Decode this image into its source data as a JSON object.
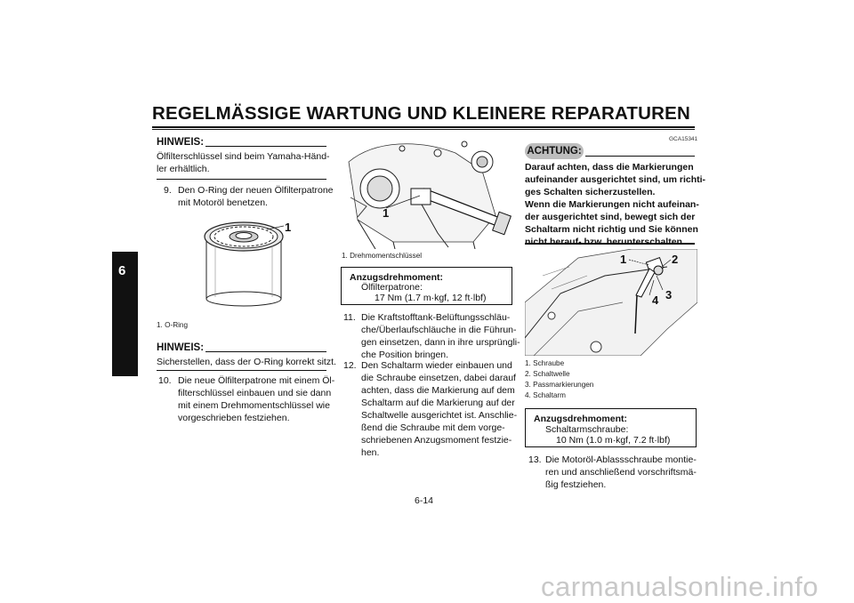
{
  "header": {
    "title": "REGELMÄSSIGE WARTUNG UND KLEINERE REPARATUREN"
  },
  "chapter_tab": "6",
  "page_number": "6-14",
  "col1": {
    "note1_label": "HINWEIS:",
    "note1_lines": [
      "Ölfilterschlüssel sind beim Yamaha-Händ-",
      "ler erhältlich."
    ],
    "step9_num": "9.",
    "step9_lines": [
      "Den O-Ring der neuen Ölfilterpatrone",
      "mit Motoröl benetzen."
    ],
    "fig_callout": "1",
    "caption": "1.  O-Ring",
    "note2_label": "HINWEIS:",
    "note2_text": "Sicherstellen, dass der O-Ring korrekt sitzt.",
    "step10_num": "10.",
    "step10_lines": [
      "Die neue Ölfilterpatrone mit einem Öl-",
      "filterschlüssel einbauen und sie dann",
      "mit einem Drehmomentschlüssel wie",
      "vorgeschrieben festziehen."
    ]
  },
  "col2": {
    "fig_callout": "1",
    "caption": "1.  Drehmomentschlüssel",
    "torque_heading": "Anzugsdrehmoment:",
    "torque_item": "Ölfilterpatrone:",
    "torque_value": "17 Nm (1.7 m·kgf, 12 ft·lbf)",
    "step11_num": "11.",
    "step11_lines": [
      "Die Kraftstofftank-Belüftungsschläu-",
      "che/Überlaufschläuche in die Führun-",
      "gen einsetzen, dann in ihre ursprüngli-",
      "che Position bringen."
    ],
    "step12_num": "12.",
    "step12_lines": [
      "Den Schaltarm wieder einbauen und",
      "die Schraube einsetzen, dabei darauf",
      "achten, dass die Markierung auf dem",
      "Schaltarm auf die Markierung auf der",
      "Schaltwelle ausgerichtet ist. Anschlie-",
      "ßend die Schraube mit dem vorge-",
      "schriebenen Anzugsmoment festzie-",
      "hen."
    ]
  },
  "col3": {
    "code": "GCA15341",
    "achtung_label": "ACHTUNG:",
    "warning_lines": [
      "Darauf achten, dass die Markierungen",
      "aufeinander ausgerichtet sind, um richti-",
      "ges Schalten sicherzustellen.",
      "Wenn die Markierungen nicht aufeinan-",
      "der ausgerichtet sind, bewegt sich der",
      "Schaltarm nicht richtig und Sie können",
      "nicht herauf- bzw. herunterschalten."
    ],
    "fig_callouts": [
      "1",
      "2",
      "3",
      "4"
    ],
    "captions": [
      "1.  Schraube",
      "2.  Schaltwelle",
      "3.  Passmarkierungen",
      "4.  Schaltarm"
    ],
    "torque_heading": "Anzugsdrehmoment:",
    "torque_item": "Schaltarmschraube:",
    "torque_value": "10 Nm (1.0 m·kgf, 7.2 ft·lbf)",
    "step13_num": "13.",
    "step13_lines": [
      "Die Motoröl-Ablassschraube montie-",
      "ren und anschließend vorschriftsmä-",
      "ßig festziehen."
    ]
  },
  "watermark": "carmanualsonline.info"
}
